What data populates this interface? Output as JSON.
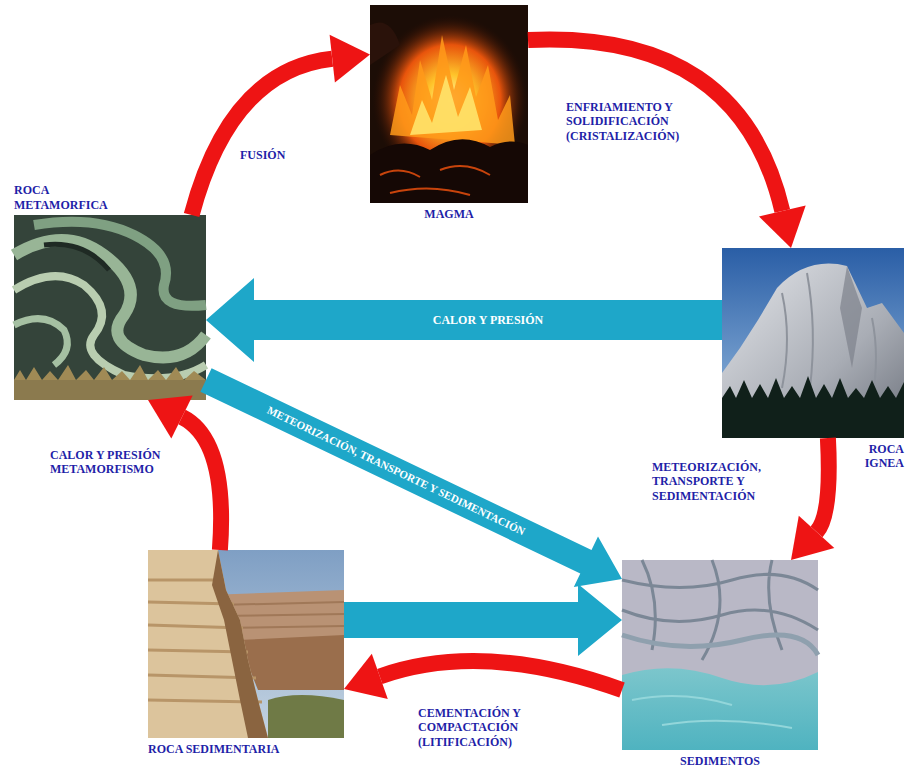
{
  "diagram": {
    "nodes": [
      {
        "text": [
          "MAGMA"
        ]
      },
      {
        "text": [
          "ROCA IGNEA"
        ]
      },
      {
        "text": [
          "SEDIMENTOS"
        ]
      },
      {
        "text": [
          "ROCA SEDIMENTARIA"
        ]
      },
      {
        "text": [
          "ROCA METAMORFICA"
        ]
      }
    ],
    "edges": [
      {
        "from": 0,
        "to": 1,
        "arrow": "to",
        "label": "ENFRIAMIENTO Y SOLIDIFICACIÓN (CRISTALIZACIÓN)"
      },
      {
        "from": 1,
        "to": 2,
        "arrow": "to",
        "label": "METEORIZACIÓN, TRANSPORTE Y SEDIMENTACIÓN"
      },
      {
        "from": 2,
        "to": 3,
        "arrow": "to",
        "label": "CEMENTACIÓN Y COMPACTACIÓN (LITIFICACIÓN)"
      },
      {
        "from": 3,
        "to": 4,
        "arrow": "to",
        "label": "CALOR Y PRESIÓN METAMORFISMO"
      },
      {
        "from": 4,
        "to": 0,
        "arrow": "to",
        "label": "FUSIÓN"
      },
      {
        "from": 1,
        "to": 4,
        "arrow": "to",
        "label": "CALOR Y PRESIÓN"
      },
      {
        "from": 4,
        "to": 2,
        "arrow": "to",
        "label": "METEORIZACIÓN, TRANSPORTE Y SEDIMENTACIÓN"
      },
      {
        "from": 3,
        "to": 2,
        "arrow": "to"
      }
    ]
  }
}
